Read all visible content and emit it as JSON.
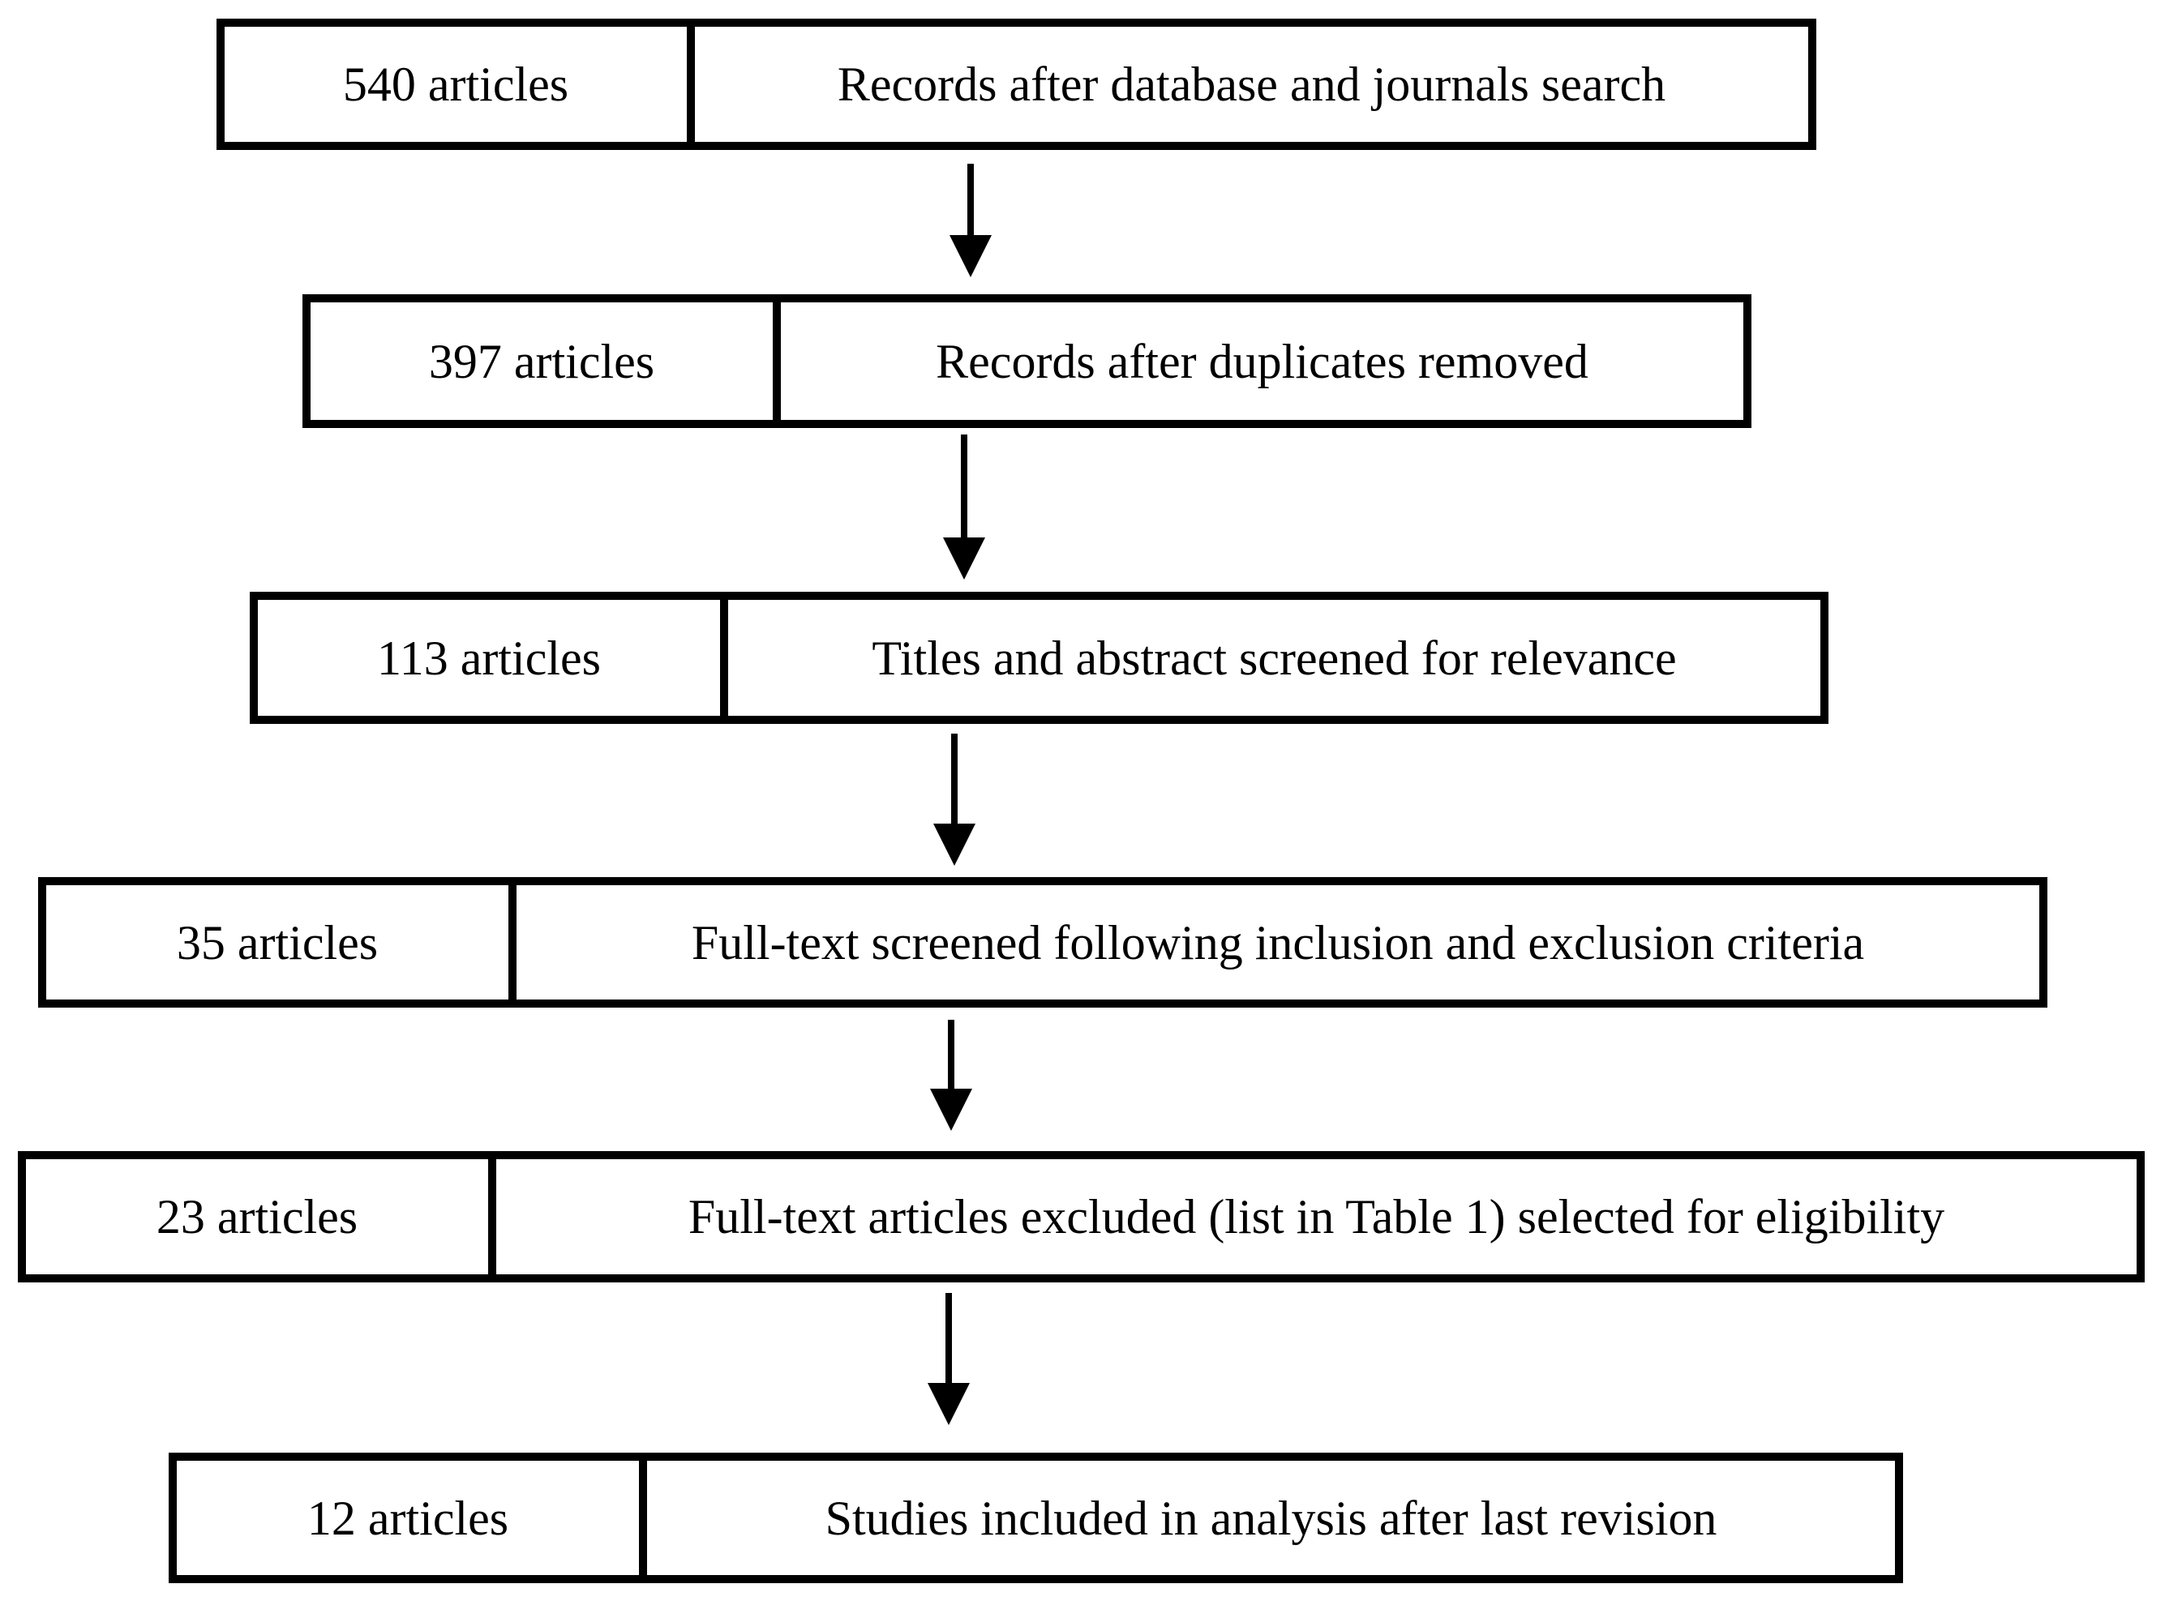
{
  "flow": {
    "rows": [
      {
        "count": "540 articles",
        "label": "Records after database and journals search"
      },
      {
        "count": "397 articles",
        "label": "Records after duplicates removed"
      },
      {
        "count": "113 articles",
        "label": "Titles and abstract screened for relevance"
      },
      {
        "count": "35 articles",
        "label": "Full-text screened following inclusion and exclusion criteria"
      },
      {
        "count": "23 articles",
        "label": "Full-text articles excluded (list in Table 1) selected for eligibility"
      },
      {
        "count": "12 articles",
        "label": "Studies included in analysis after last revision"
      }
    ],
    "icons": {
      "connector": "down-arrow"
    },
    "colors": {
      "border": "#000000",
      "background": "#ffffff",
      "text": "#000000"
    }
  }
}
